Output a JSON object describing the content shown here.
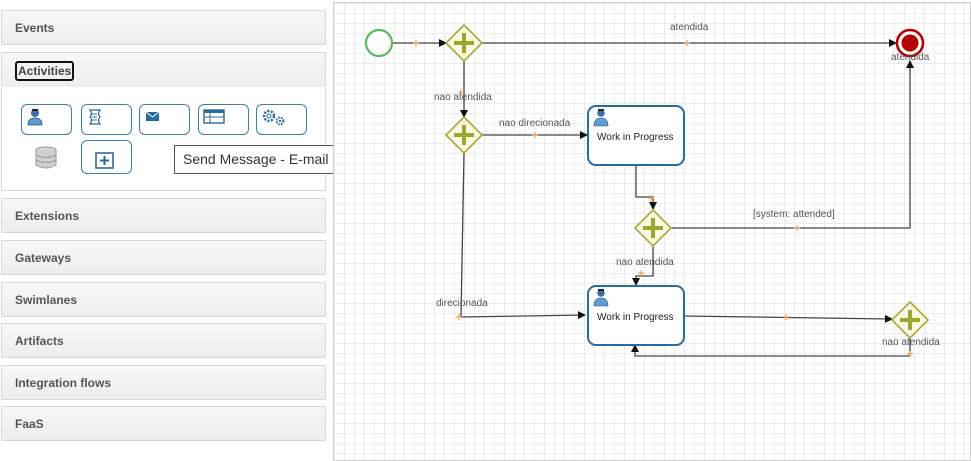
{
  "palette": {
    "sections": {
      "events": "Events",
      "activities": "Activities",
      "extensions": "Extensions",
      "gateways": "Gateways",
      "swimlanes": "Swimlanes",
      "artifacts": "Artifacts",
      "integration_flows": "Integration flows",
      "faas": "FaaS"
    },
    "activity_items": [
      "user-task-icon",
      "script-task-icon",
      "send-message-icon",
      "table-task-icon",
      "service-task-icon",
      "database-icon",
      "subprocess-icon"
    ],
    "tooltip": "Send Message - E-mail"
  },
  "diagram": {
    "labels": {
      "atendida": "atendida",
      "end_label": "atendida",
      "nao_atendida_1": "nao atendida",
      "nao_direcionada": "nao direcionada",
      "system_attended": "[system: attended]",
      "nao_atendida_2": "nao atendida",
      "direcionada": "direcionada",
      "nao_atendida_3": "nao atendida"
    },
    "tasks": {
      "task1": "Work in Progress",
      "task2": "Work in Progress"
    },
    "colors": {
      "start_event": "#5cb85c",
      "end_event": "#b30000",
      "gateway_fill": "#fafae0",
      "gateway_stroke": "#a8a83a",
      "gateway_plus": "#9aa832",
      "task_stroke": "#2a6b9e",
      "edge_marker": "#f5a05a"
    }
  }
}
